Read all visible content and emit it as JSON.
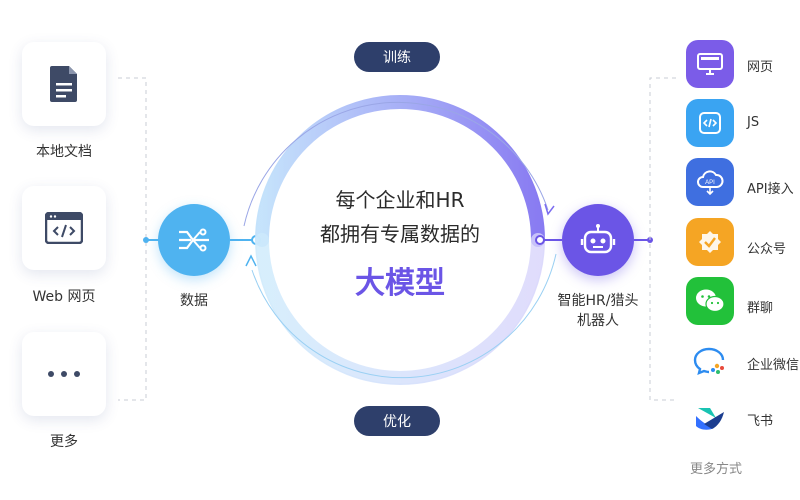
{
  "sources": [
    {
      "label": "本地文档",
      "icon": "document-icon"
    },
    {
      "label": "Web 网页",
      "icon": "code-window-icon"
    },
    {
      "label": "更多",
      "icon": "ellipsis-icon"
    }
  ],
  "data_node": {
    "label": "数据",
    "icon": "data-flow-icon"
  },
  "cycle": {
    "top_label": "训练",
    "bottom_label": "优化"
  },
  "center": {
    "line1": "每个企业和HR",
    "line2": "都拥有专属数据的",
    "highlight": "大模型"
  },
  "bot_node": {
    "label_line1": "智能HR/猎头",
    "label_line2": "机器人",
    "icon": "robot-icon"
  },
  "channels": [
    {
      "label": "网页",
      "icon": "monitor-icon",
      "color": "#7b5ce8"
    },
    {
      "label": "JS",
      "icon": "js-icon",
      "color": "#3aa4f2"
    },
    {
      "label": "API接入",
      "icon": "api-cloud-icon",
      "color": "#3f6fe0"
    },
    {
      "label": "公众号",
      "icon": "official-account-icon",
      "color": "#f5a524"
    },
    {
      "label": "群聊",
      "icon": "wechat-icon",
      "color": "#22c13a"
    },
    {
      "label": "企业微信",
      "icon": "wecom-icon",
      "color": "#ffffff"
    },
    {
      "label": "飞书",
      "icon": "feishu-icon",
      "color": "#ffffff"
    }
  ],
  "more_channels": "更多方式",
  "colors": {
    "accent_purple": "#6b55e6",
    "dark_navy": "#2e3f6b",
    "data_blue": "#4fb3f0"
  }
}
